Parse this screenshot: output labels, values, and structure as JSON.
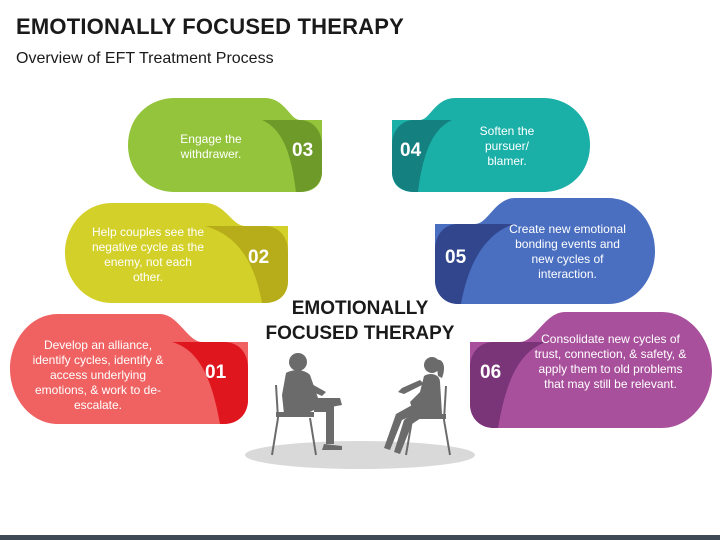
{
  "header": {
    "title": "EMOTIONALLY FOCUSED THERAPY",
    "subtitle": "Overview of EFT Treatment Process"
  },
  "center": {
    "line1": "EMOTIONALLY",
    "line2": "FOCUSED THERAPY"
  },
  "steps": [
    {
      "number": "01",
      "text": "Develop an alliance, identify cycles, identify & access underlying emotions, & work to de-escalate.",
      "color": "#f06262",
      "accent": "#e0161f"
    },
    {
      "number": "02",
      "text": "Help couples see the negative cycle as the enemy, not each other.",
      "color": "#d4d02a",
      "accent": "#b7ad1a"
    },
    {
      "number": "03",
      "text": "Engage the withdrawer.",
      "color": "#94c43b",
      "accent": "#6e9a2a"
    },
    {
      "number": "04",
      "text": "Soften the pursuer/ blamer.",
      "color": "#1ab0a8",
      "accent": "#14807f"
    },
    {
      "number": "05",
      "text": "Create new emotional bonding events and new cycles of interaction.",
      "color": "#4a6fc1",
      "accent": "#31468c"
    },
    {
      "number": "06",
      "text": "Consolidate new cycles of trust, connection, & safety, & apply them to old problems that may still be relevant.",
      "color": "#a9509c",
      "accent": "#7a3478"
    }
  ]
}
